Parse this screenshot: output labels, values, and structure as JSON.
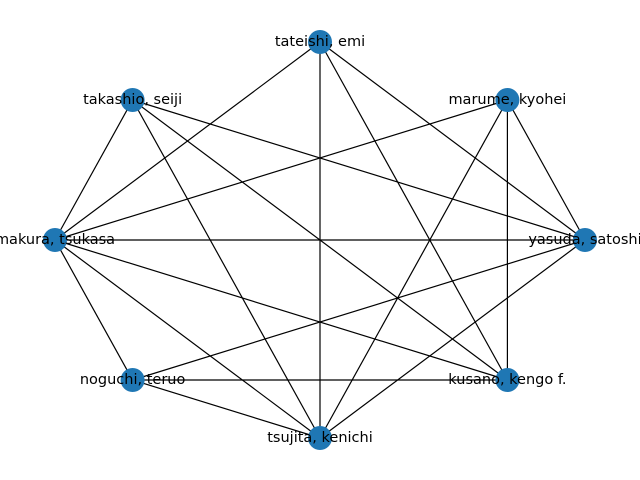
{
  "diagram": {
    "type": "network-graph",
    "layout": "circular",
    "colors": {
      "node": "#1f77b4",
      "edge": "#000000",
      "label": "#000000",
      "background": "#ffffff"
    },
    "nodes": [
      {
        "id": "tateishi",
        "label": "tateishi, emi"
      },
      {
        "id": "marume",
        "label": "marume, kyohei"
      },
      {
        "id": "yasuda",
        "label": "yasuda, satoshi"
      },
      {
        "id": "kusano",
        "label": "kusano, kengo f."
      },
      {
        "id": "tsujita",
        "label": "tsujita, kenichi"
      },
      {
        "id": "noguchi",
        "label": "noguchi, teruo"
      },
      {
        "id": "makura",
        "label": "makura, tsukasa"
      },
      {
        "id": "takashio",
        "label": "takashio, seiji"
      }
    ],
    "edges": [
      [
        "tateishi",
        "makura"
      ],
      [
        "tateishi",
        "tsujita"
      ],
      [
        "tateishi",
        "kusano"
      ],
      [
        "tateishi",
        "yasuda"
      ],
      [
        "takashio",
        "makura"
      ],
      [
        "takashio",
        "tsujita"
      ],
      [
        "takashio",
        "kusano"
      ],
      [
        "takashio",
        "yasuda"
      ],
      [
        "marume",
        "makura"
      ],
      [
        "marume",
        "tsujita"
      ],
      [
        "marume",
        "kusano"
      ],
      [
        "marume",
        "yasuda"
      ],
      [
        "makura",
        "yasuda"
      ],
      [
        "makura",
        "noguchi"
      ],
      [
        "makura",
        "tsujita"
      ],
      [
        "makura",
        "kusano"
      ],
      [
        "yasuda",
        "noguchi"
      ],
      [
        "yasuda",
        "tsujita"
      ],
      [
        "noguchi",
        "tsujita"
      ],
      [
        "noguchi",
        "kusano"
      ]
    ]
  }
}
